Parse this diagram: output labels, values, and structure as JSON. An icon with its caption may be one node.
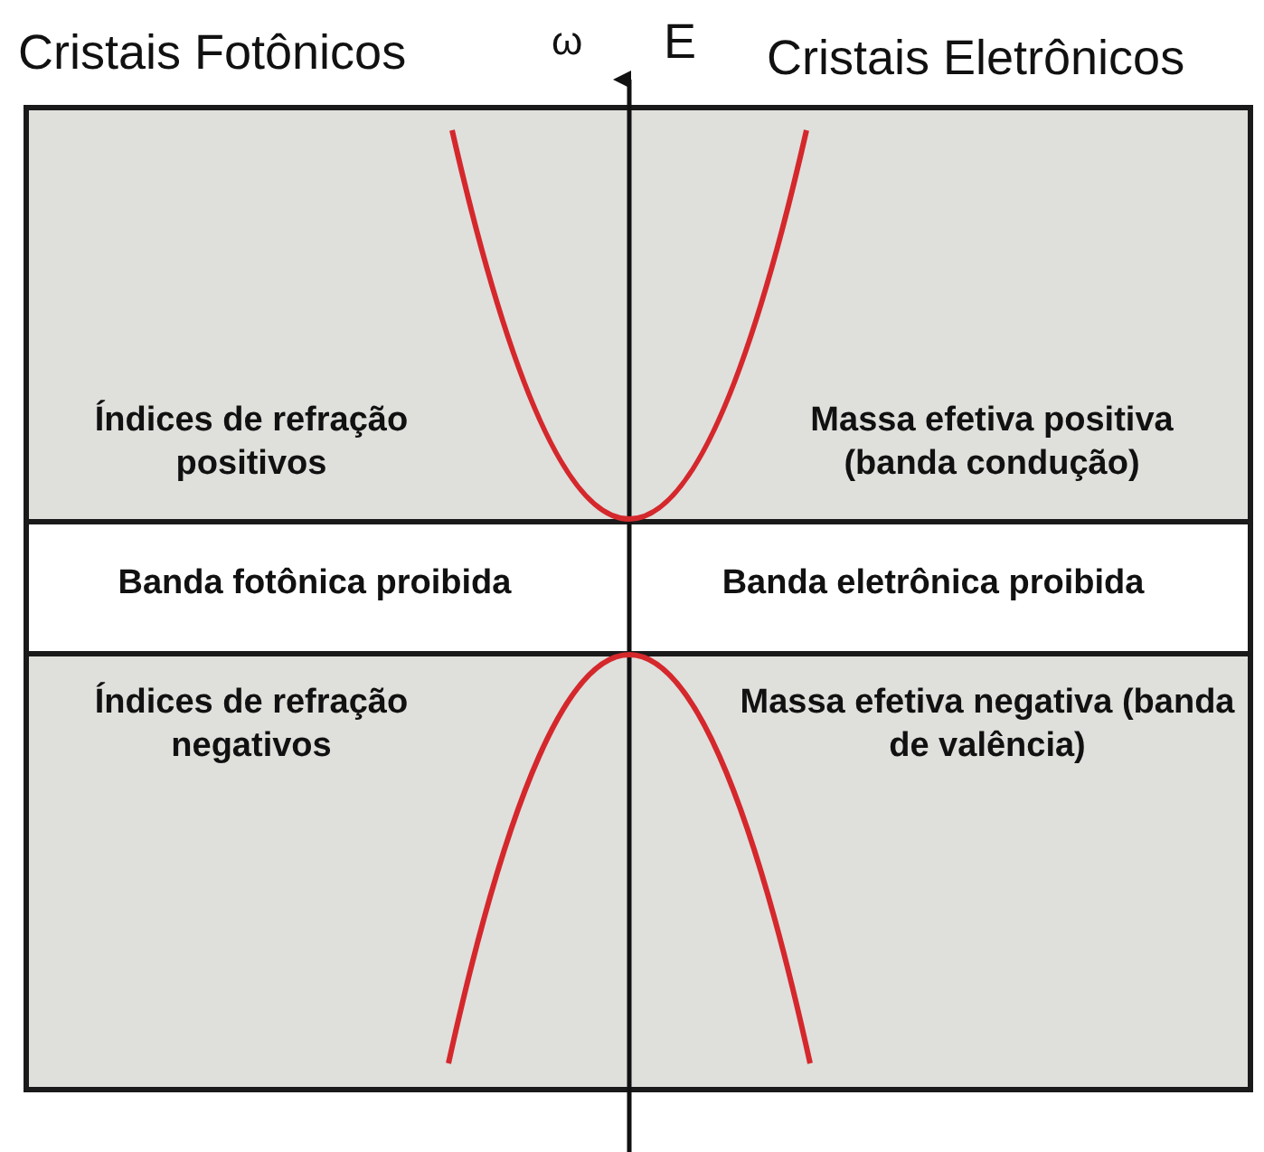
{
  "diagram": {
    "nodes": [
      {
        "text": [
          "Índices de refração positivos",
          "Massa efetiva positiva (banda condução)"
        ]
      },
      {
        "text": [
          "Banda fotônica proibida",
          "Banda eletrônica proibida"
        ]
      },
      {
        "text": [
          "Índices de refração negativos",
          "Massa efetiva negativa (banda de valência)"
        ]
      }
    ],
    "edges": [],
    "labels": [
      "Cristais Fotônicos",
      "ω",
      "E",
      "Cristais Eletrônicos"
    ]
  }
}
